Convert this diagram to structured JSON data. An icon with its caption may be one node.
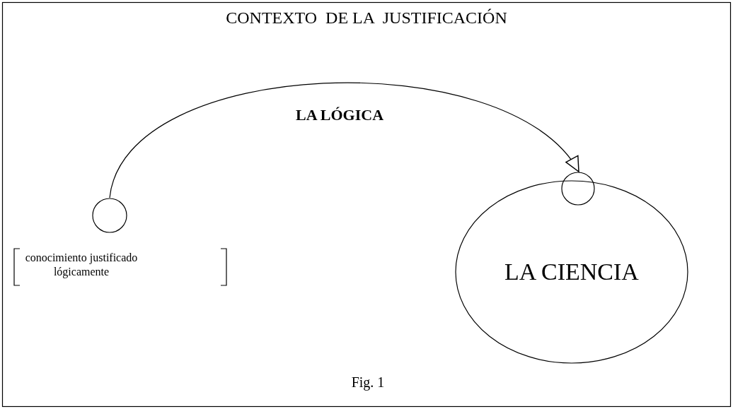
{
  "diagram": {
    "title": "CONTEXTO  DE LA  JUSTIFICACIÓN",
    "caption": "Fig. 1",
    "nodes": [
      {
        "text": [],
        "shape": "circle",
        "beside": [
          "conocimiento justificado lógicamente"
        ]
      },
      {
        "text": [
          "LA CIENCIA"
        ]
      },
      {
        "text": [],
        "shape": "circle"
      }
    ],
    "edges": [
      {
        "from": 0,
        "to": 2,
        "arrow": "to",
        "label": "LA LÓGICA"
      }
    ]
  }
}
